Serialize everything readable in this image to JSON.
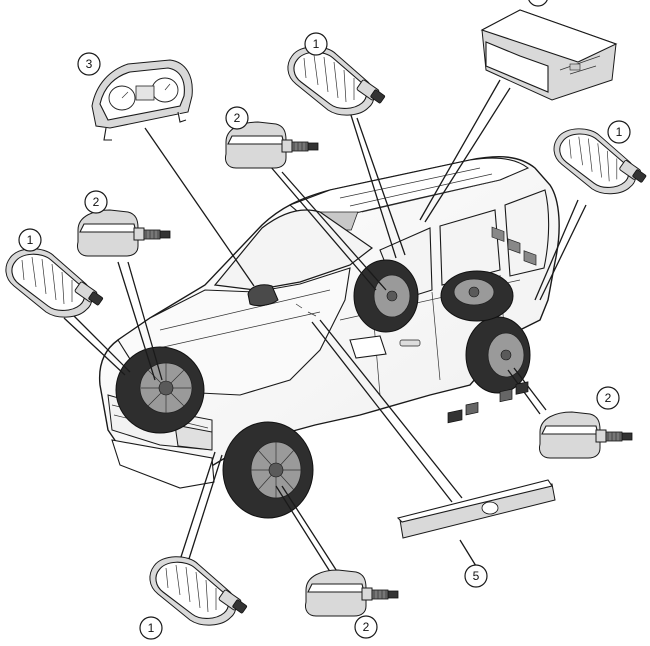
{
  "callouts": {
    "c1": "1",
    "c2": "2",
    "c3": "3",
    "c5": "5"
  }
}
